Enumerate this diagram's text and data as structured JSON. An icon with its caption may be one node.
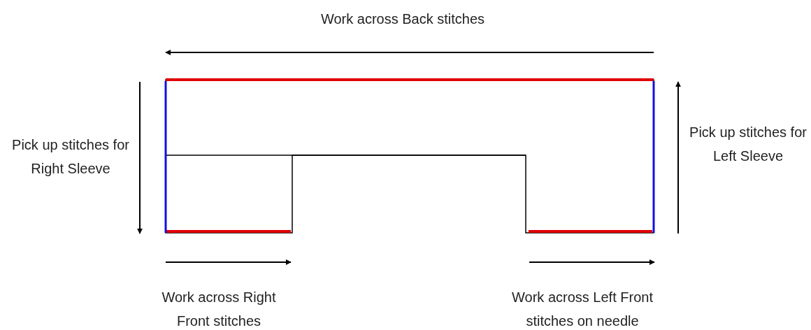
{
  "diagram": {
    "labels": [
      "Work across Back stitches",
      "Pick up stitches for Right Sleeve",
      "Pick up stitches for Left Sleeve",
      "Work across Right Front stitches",
      "Work across Left Front stitches on needle"
    ]
  }
}
